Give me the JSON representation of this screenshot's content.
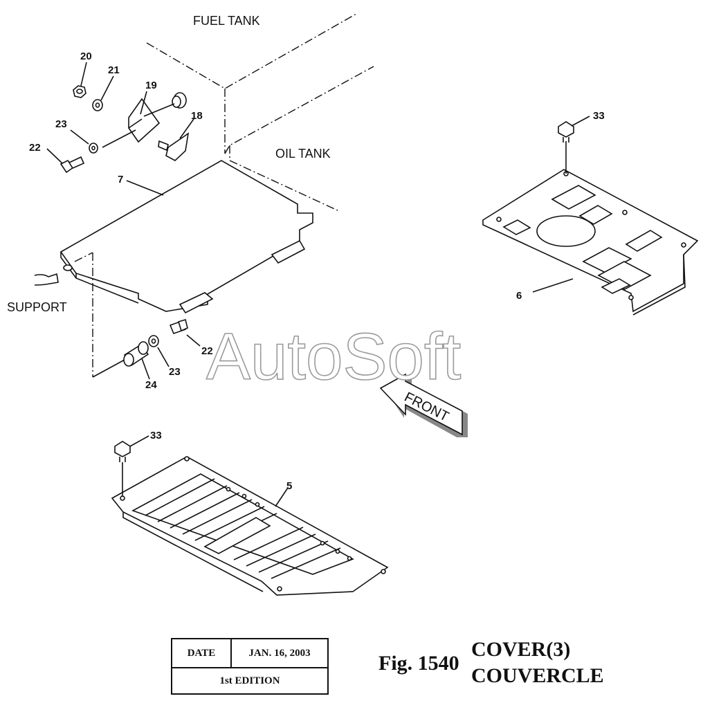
{
  "labels": {
    "fuel_tank": "FUEL TANK",
    "oil_tank": "OIL TANK",
    "support": "SUPPORT",
    "front": "FRONT"
  },
  "callouts": {
    "c20": "20",
    "c21": "21",
    "c19": "19",
    "c18": "18",
    "c23a": "23",
    "c22a": "22",
    "c7": "7",
    "c33a": "33",
    "c6": "6",
    "c22b": "22",
    "c23b": "23",
    "c24": "24",
    "c33b": "33",
    "c5": "5"
  },
  "watermark": "AutoSoft",
  "edition_box": {
    "date_label": "DATE",
    "date_value": "JAN. 16, 2003",
    "edition": "1st EDITION"
  },
  "figure": {
    "number": "Fig. 1540",
    "title_en": "COVER(3)",
    "title_fr": "COUVERCLE"
  }
}
